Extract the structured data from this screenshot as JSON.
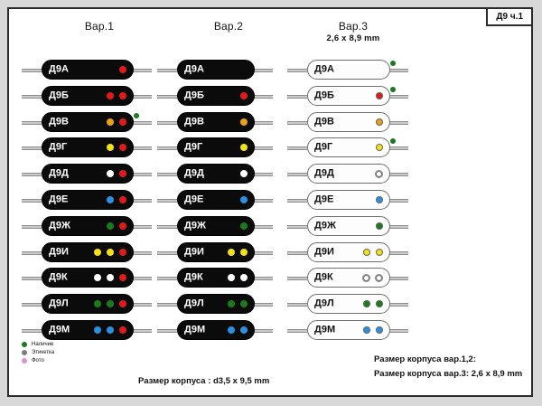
{
  "sheet": {
    "badge": "Д9 ч.1"
  },
  "columns": [
    {
      "title": "Вар.1",
      "sub": ""
    },
    {
      "title": "Вар.2",
      "sub": ""
    },
    {
      "title": "Вар.3",
      "sub": "2,6 x 8,9 mm"
    }
  ],
  "colors": {
    "red": "#e01b1b",
    "orange": "#e8a01a",
    "yellow": "#f2e018",
    "white": "#ffffff",
    "blue": "#2b90e0",
    "green": "#1b7a1b",
    "label_green": "#1b7a1b",
    "body_dark": "#0b0b0b",
    "body_light": "#fdfdfd"
  },
  "rows": [
    {
      "label": "Д9А",
      "var1": {
        "dots": [
          "red"
        ],
        "ext": false
      },
      "var2": {
        "dots": [],
        "ext": false
      },
      "var3": {
        "dots": [],
        "ext": true
      }
    },
    {
      "label": "Д9Б",
      "var1": {
        "dots": [
          "red",
          "red"
        ],
        "ext": false
      },
      "var2": {
        "dots": [
          "red"
        ],
        "ext": false
      },
      "var3": {
        "dots": [
          "red"
        ],
        "ext": true
      }
    },
    {
      "label": "Д9В",
      "var1": {
        "dots": [
          "orange",
          "red"
        ],
        "ext": true
      },
      "var2": {
        "dots": [
          "orange"
        ],
        "ext": false
      },
      "var3": {
        "dots": [
          "orange"
        ],
        "ext": false
      }
    },
    {
      "label": "Д9Г",
      "var1": {
        "dots": [
          "yellow",
          "red"
        ],
        "ext": false
      },
      "var2": {
        "dots": [
          "yellow"
        ],
        "ext": false
      },
      "var3": {
        "dots": [
          "yellow"
        ],
        "ext": true
      }
    },
    {
      "label": "Д9Д",
      "var1": {
        "dots": [
          "white",
          "red"
        ],
        "ext": false
      },
      "var2": {
        "dots": [
          "white"
        ],
        "ext": false
      },
      "var3": {
        "dots": [
          "hollow"
        ],
        "ext": false
      }
    },
    {
      "label": "Д9Е",
      "var1": {
        "dots": [
          "blue",
          "red"
        ],
        "ext": false
      },
      "var2": {
        "dots": [
          "blue"
        ],
        "ext": false
      },
      "var3": {
        "dots": [
          "blue"
        ],
        "ext": false
      }
    },
    {
      "label": "Д9Ж",
      "var1": {
        "dots": [
          "green",
          "red"
        ],
        "ext": false
      },
      "var2": {
        "dots": [
          "green"
        ],
        "ext": false
      },
      "var3": {
        "dots": [
          "green"
        ],
        "ext": false
      }
    },
    {
      "label": "Д9И",
      "var1": {
        "dots": [
          "yellow",
          "yellow",
          "red"
        ],
        "ext": false
      },
      "var2": {
        "dots": [
          "yellow",
          "yellow"
        ],
        "ext": false
      },
      "var3": {
        "dots": [
          "yellow",
          "yellow"
        ],
        "ext": false
      }
    },
    {
      "label": "Д9К",
      "var1": {
        "dots": [
          "white",
          "white",
          "red"
        ],
        "ext": false
      },
      "var2": {
        "dots": [
          "white",
          "white"
        ],
        "ext": false
      },
      "var3": {
        "dots": [
          "hollow",
          "hollow"
        ],
        "ext": false
      }
    },
    {
      "label": "Д9Л",
      "var1": {
        "dots": [
          "green",
          "green",
          "red"
        ],
        "ext": false
      },
      "var2": {
        "dots": [
          "green",
          "green"
        ],
        "ext": false
      },
      "var3": {
        "dots": [
          "green",
          "green"
        ],
        "ext": false
      }
    },
    {
      "label": "Д9М",
      "var1": {
        "dots": [
          "blue",
          "blue",
          "red"
        ],
        "ext": false
      },
      "var2": {
        "dots": [
          "blue",
          "blue"
        ],
        "ext": false
      },
      "var3": {
        "dots": [
          "blue",
          "blue"
        ],
        "ext": false
      }
    }
  ],
  "legend": [
    {
      "label": "Наличие",
      "color": "#1b7a1b"
    },
    {
      "label": "Этикетка",
      "color": "#7d7d7d"
    },
    {
      "label": "Фото",
      "color": "#e08fd0"
    }
  ],
  "notes": {
    "center": "Размер корпуса : d3,5 x 9,5 mm",
    "right_1": "Размер корпуса вар.1,2:",
    "right_2": "Размер корпуса вар.3: 2,6 x 8,9 mm"
  }
}
